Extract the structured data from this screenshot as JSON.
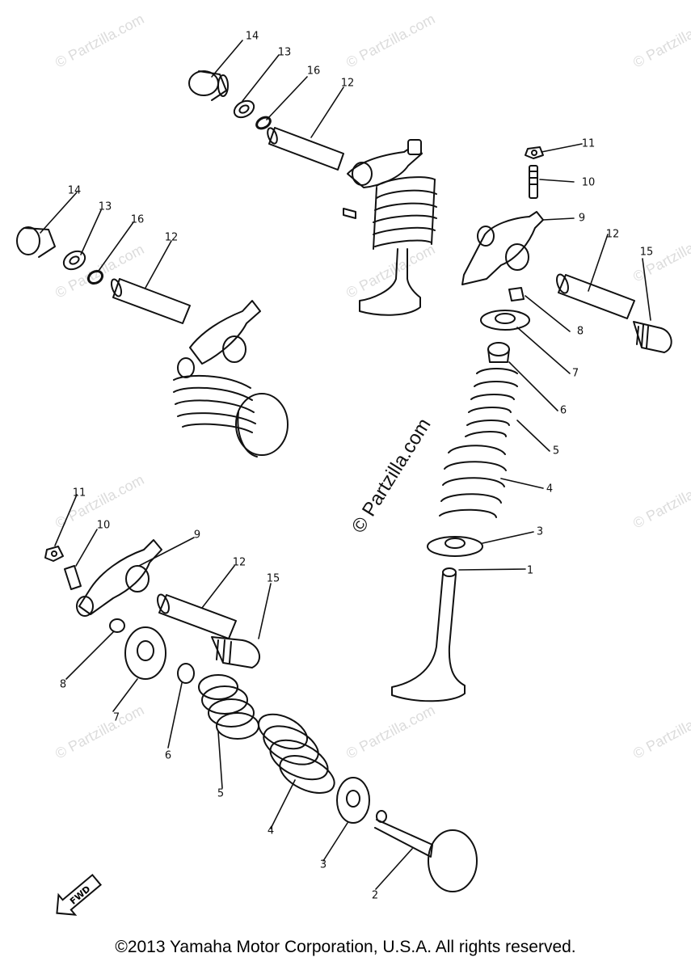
{
  "watermark": "© Partzilla.com",
  "center_watermark": "© Partzilla.com",
  "callouts": [
    {
      "id": "c14a",
      "text": "14"
    },
    {
      "id": "c13a",
      "text": "13"
    },
    {
      "id": "c16a",
      "text": "16"
    },
    {
      "id": "c12a",
      "text": "12"
    },
    {
      "id": "c11a",
      "text": "11"
    },
    {
      "id": "c10a",
      "text": "10"
    },
    {
      "id": "c9a",
      "text": "9"
    },
    {
      "id": "c12b",
      "text": "12"
    },
    {
      "id": "c15a",
      "text": "15"
    },
    {
      "id": "c8a",
      "text": "8"
    },
    {
      "id": "c7a",
      "text": "7"
    },
    {
      "id": "c6a",
      "text": "6"
    },
    {
      "id": "c5a",
      "text": "5"
    },
    {
      "id": "c4a",
      "text": "4"
    },
    {
      "id": "c3a",
      "text": "3"
    },
    {
      "id": "c1",
      "text": "1"
    },
    {
      "id": "c14b",
      "text": "14"
    },
    {
      "id": "c13b",
      "text": "13"
    },
    {
      "id": "c16b",
      "text": "16"
    },
    {
      "id": "c12c",
      "text": "12"
    },
    {
      "id": "c11b",
      "text": "11"
    },
    {
      "id": "c10b",
      "text": "10"
    },
    {
      "id": "c9b",
      "text": "9"
    },
    {
      "id": "c12d",
      "text": "12"
    },
    {
      "id": "c15b",
      "text": "15"
    },
    {
      "id": "c8b",
      "text": "8"
    },
    {
      "id": "c7b",
      "text": "7"
    },
    {
      "id": "c6b",
      "text": "6"
    },
    {
      "id": "c5b",
      "text": "5"
    },
    {
      "id": "c4b",
      "text": "4"
    },
    {
      "id": "c3b",
      "text": "3"
    },
    {
      "id": "c2",
      "text": "2"
    }
  ],
  "fwd_label": "FWD",
  "copyright": "©2013 Yamaha Motor Corporation, U.S.A. All rights reserved."
}
